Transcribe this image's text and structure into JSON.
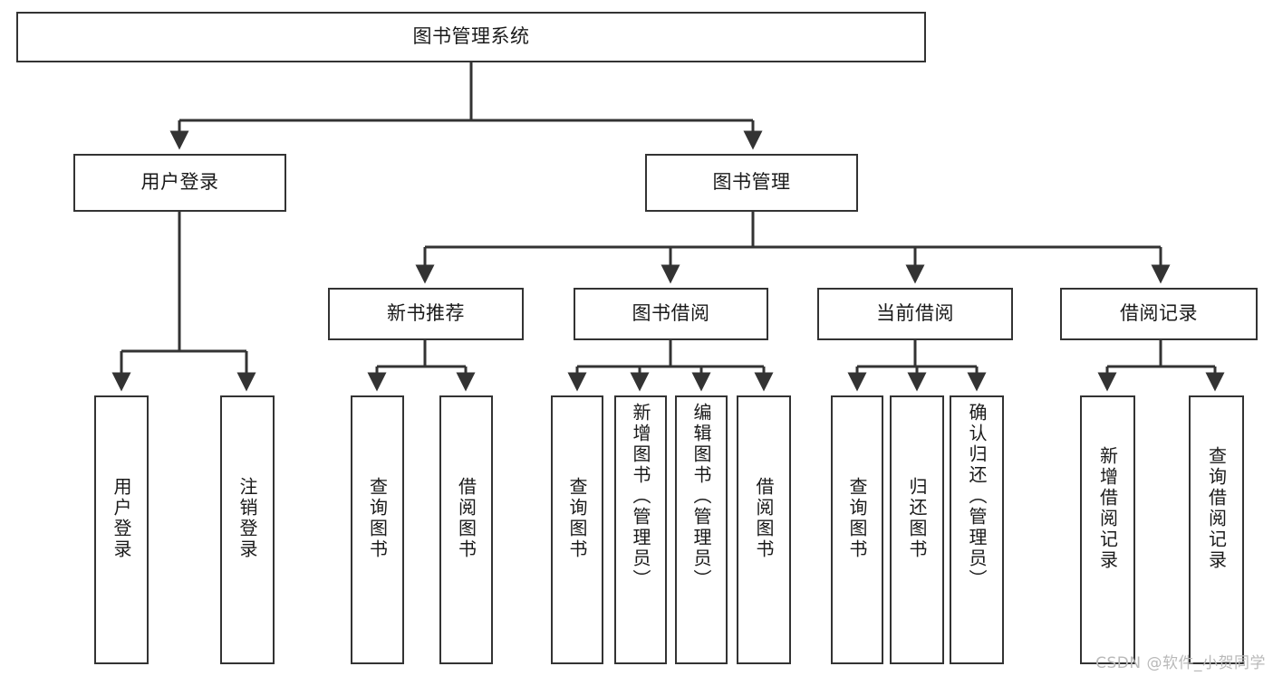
{
  "diagram": {
    "type": "tree",
    "title": "图书管理系统",
    "root": {
      "label": "图书管理系统"
    },
    "level2": [
      {
        "label": "用户登录"
      },
      {
        "label": "图书管理"
      }
    ],
    "level3": [
      {
        "label": "新书推荐"
      },
      {
        "label": "图书借阅"
      },
      {
        "label": "当前借阅"
      },
      {
        "label": "借阅记录"
      }
    ],
    "leaves": {
      "user_login": [
        {
          "label": "用户登录"
        },
        {
          "label": "注销登录"
        }
      ],
      "new_book": [
        {
          "label": "查询图书"
        },
        {
          "label": "借阅图书"
        }
      ],
      "book_borrow": [
        {
          "label": "查询图书"
        },
        {
          "label": "新增图书（管理员）"
        },
        {
          "label": "编辑图书（管理员）"
        },
        {
          "label": "借阅图书"
        }
      ],
      "current_borrow": [
        {
          "label": "查询图书"
        },
        {
          "label": "归还图书"
        },
        {
          "label": "确认归还（管理员）"
        }
      ],
      "borrow_record": [
        {
          "label": "新增借阅记录"
        },
        {
          "label": "查询借阅记录"
        }
      ]
    }
  },
  "watermark": {
    "text": "CSDN @软件_小贺同学"
  },
  "colors": {
    "box_border": "#333333",
    "box_fill": "#ffffff",
    "text": "#1a1a1a",
    "connector": "#333333",
    "watermark": "#b9b9b9"
  }
}
